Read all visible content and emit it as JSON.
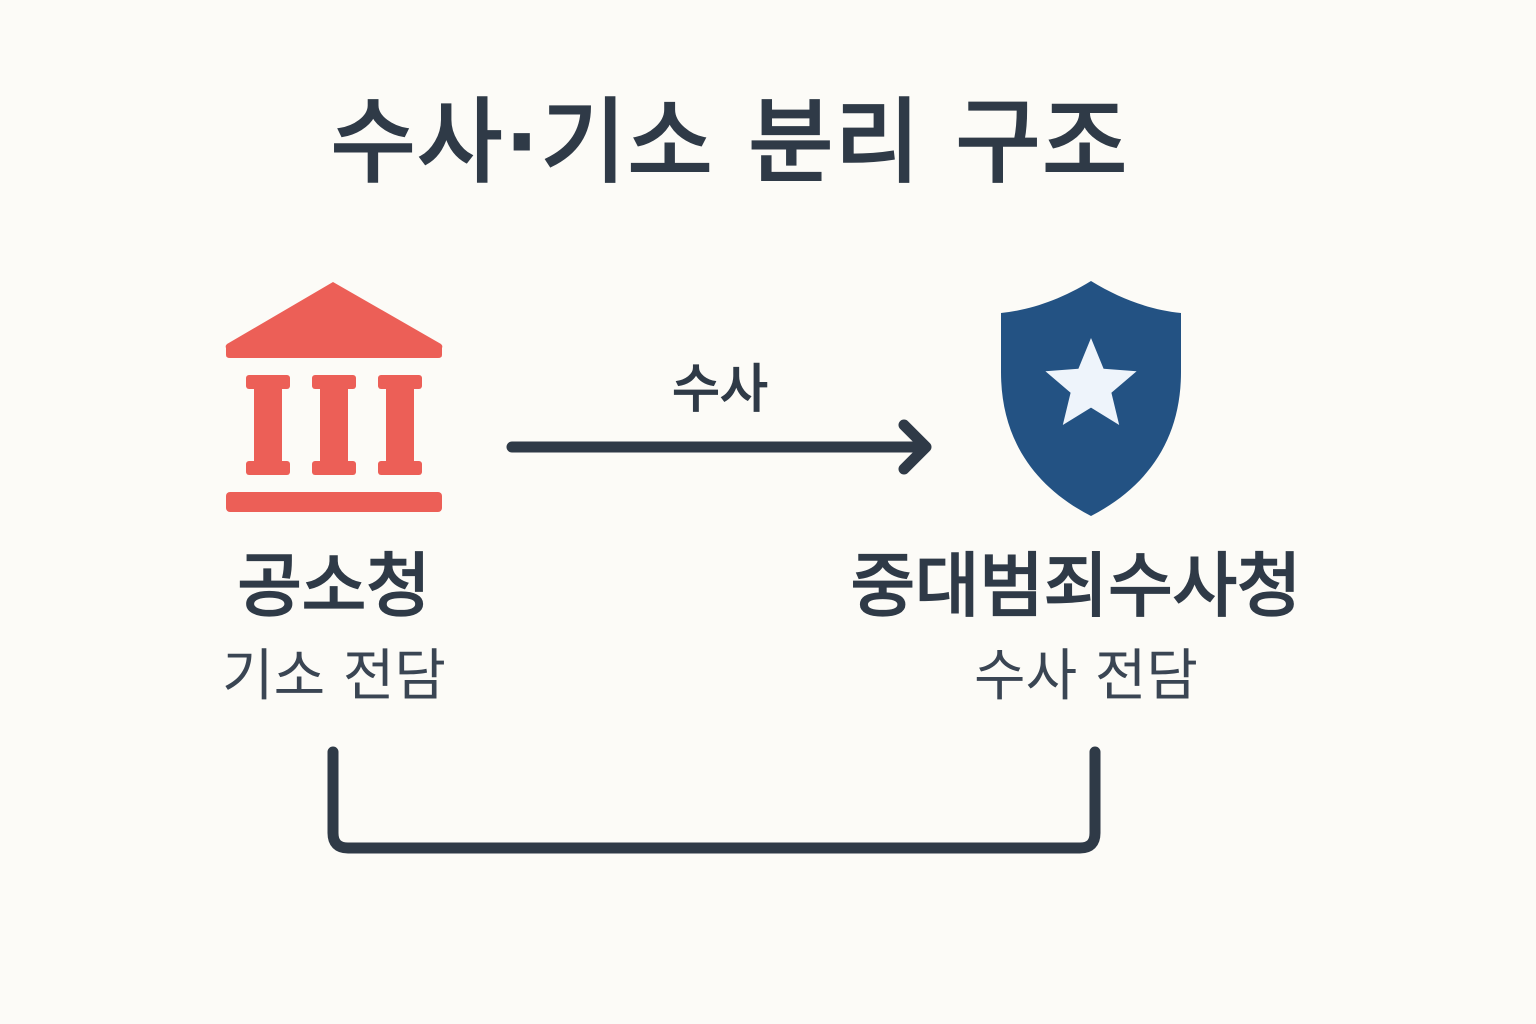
{
  "title": "수사·기소 분리 구조",
  "nodes": {
    "left": {
      "name": "공소청",
      "role": "기소 전담",
      "icon": "courthouse-icon",
      "color": "#ec5f57"
    },
    "right": {
      "name": "중대범죄수사청",
      "role": "수사 전담",
      "icon": "shield-star-icon",
      "color": "#235283"
    }
  },
  "edges": {
    "top": {
      "label": "수사"
    }
  }
}
